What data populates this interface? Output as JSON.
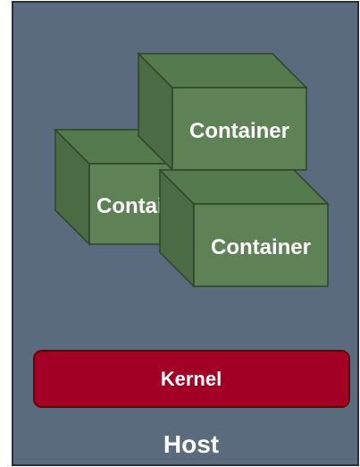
{
  "host": {
    "label": "Host",
    "fill": "#5a6b7d",
    "stroke": "#23313f"
  },
  "kernel": {
    "label": "Kernel",
    "fill": "#a20025",
    "stroke": "#6f0000"
  },
  "containers": [
    {
      "label": "Container"
    },
    {
      "label": "Container"
    },
    {
      "label": "Container"
    }
  ],
  "container_style": {
    "front": "#5e8256",
    "top": "#557a4d",
    "side": "#4a6b43",
    "stroke": "#2d4427"
  }
}
